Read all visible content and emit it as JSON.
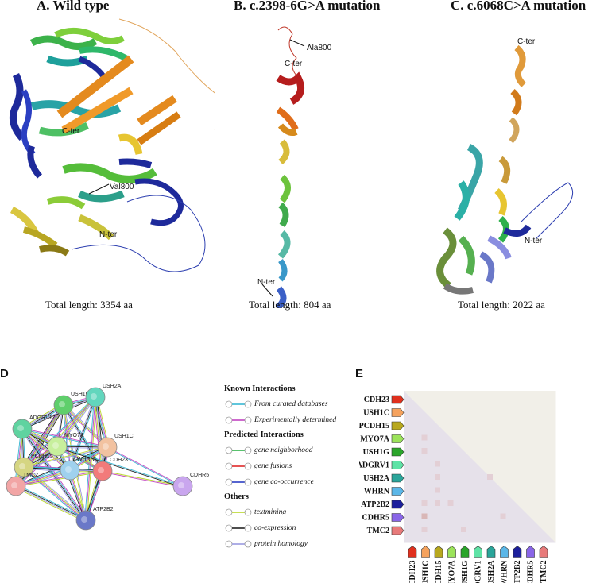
{
  "structures": {
    "a": {
      "title": "A. Wild type",
      "caption": "Total length: 3354 aa",
      "labels": {
        "cter": "C-ter",
        "nter": "N-ter",
        "residue": "Val800"
      }
    },
    "b": {
      "title": "B.  c.2398-6G>A mutation",
      "caption": "Total length: 804 aa",
      "labels": {
        "cter": "C-ter",
        "nter": "N-ter",
        "residue": "Ala800"
      }
    },
    "c": {
      "title": "C. c.6068C>A mutation",
      "caption": "Total length: 2022 aa",
      "labels": {
        "cter": "C-ter",
        "nter": "N-ter"
      }
    }
  },
  "network": {
    "panel_label": "D",
    "nodes": [
      {
        "id": "USH1G",
        "color": "#5fcf6b"
      },
      {
        "id": "USH2A",
        "color": "#62d6bd"
      },
      {
        "id": "ADGRV1",
        "color": "#5fd3a0"
      },
      {
        "id": "MYO7A",
        "color": "#c7ef9c"
      },
      {
        "id": "USH1C",
        "color": "#f2c2a0"
      },
      {
        "id": "PCDH15",
        "color": "#d5d582"
      },
      {
        "id": "WHRN",
        "color": "#9fd1ee"
      },
      {
        "id": "CDH23",
        "color": "#f27a7a"
      },
      {
        "id": "TMC2",
        "color": "#f2a5a5"
      },
      {
        "id": "ATP2B2",
        "color": "#6a78c8"
      },
      {
        "id": "CDHR5",
        "color": "#c9a6ee"
      }
    ],
    "legend": {
      "known": {
        "heading": "Known Interactions",
        "items": [
          {
            "label": "From curated databases",
            "color": "#39b7d3"
          },
          {
            "label": "Experimentally determined",
            "color": "#c244c2"
          }
        ]
      },
      "predicted": {
        "heading": "Predicted Interactions",
        "items": [
          {
            "label": "gene neighborhood",
            "color": "#2fb24a"
          },
          {
            "label": "gene fusions",
            "color": "#e02a2a"
          },
          {
            "label": "gene co-occurrence",
            "color": "#2c3fc4"
          }
        ]
      },
      "others": {
        "heading": "Others",
        "items": [
          {
            "label": "textmining",
            "color": "#b9d72a"
          },
          {
            "label": "co-expression",
            "color": "#222222"
          },
          {
            "label": "protein homology",
            "color": "#9a9ae0"
          }
        ]
      }
    }
  },
  "matrix": {
    "panel_label": "E",
    "genes": [
      {
        "name": "CDH23",
        "color": "#e0301e"
      },
      {
        "name": "USH1C",
        "color": "#f5a25d"
      },
      {
        "name": "PCDH15",
        "color": "#b8a81e"
      },
      {
        "name": "MYO7A",
        "color": "#9be35a"
      },
      {
        "name": "USH1G",
        "color": "#2aa52a"
      },
      {
        "name": "ADGRV1",
        "color": "#5fe3a6"
      },
      {
        "name": "USH2A",
        "color": "#2aa59a"
      },
      {
        "name": "WHRN",
        "color": "#5bb7e8"
      },
      {
        "name": "ATP2B2",
        "color": "#1c1f9c"
      },
      {
        "name": "CDHR5",
        "color": "#8a66e8"
      },
      {
        "name": "TMC2",
        "color": "#e87a7a"
      }
    ]
  }
}
